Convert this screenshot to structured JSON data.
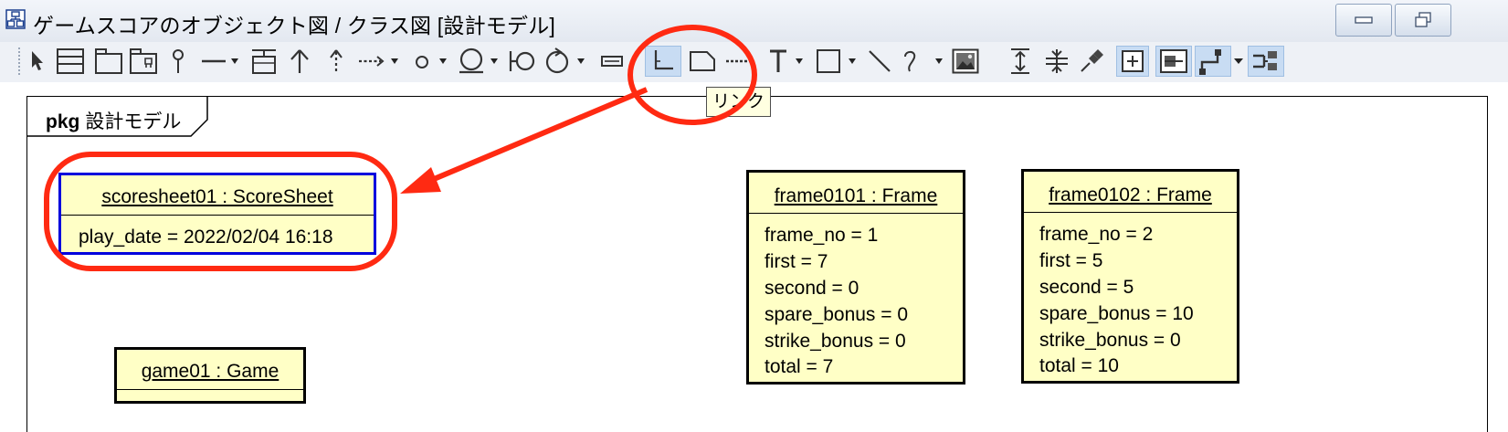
{
  "window": {
    "title": "ゲームスコアのオブジェクト図 / クラス図 [設計モデル]",
    "title_icon": "diagram-icon",
    "buttons": [
      "minimize",
      "restore"
    ]
  },
  "toolbar": {
    "tools": [
      {
        "name": "select-tool",
        "icon": "cursor-arrow"
      },
      {
        "name": "class-tool",
        "icon": "class-box"
      },
      {
        "name": "package-tool",
        "icon": "package"
      },
      {
        "name": "subsystem-tool",
        "icon": "subsystem"
      },
      {
        "name": "interface-lollipop-tool",
        "icon": "lollipop"
      },
      {
        "name": "association-tool",
        "icon": "line",
        "dropdown": true
      },
      {
        "name": "association-class-tool",
        "icon": "association-class"
      },
      {
        "name": "generalization-tool",
        "icon": "generalization-arrow"
      },
      {
        "name": "realization-tool",
        "icon": "realization-arrow"
      },
      {
        "name": "dependency-tool",
        "icon": "dependency-arrow",
        "dropdown": true
      },
      {
        "name": "instance-tool",
        "icon": "small-circle",
        "dropdown": true
      },
      {
        "name": "entity-tool",
        "icon": "entity-circle",
        "dropdown": true
      },
      {
        "name": "boundary-tool",
        "icon": "boundary"
      },
      {
        "name": "control-tool",
        "icon": "control",
        "dropdown": true
      },
      {
        "name": "object-tool",
        "icon": "object-rect"
      },
      {
        "name": "link-tool",
        "icon": "link",
        "selected": true
      },
      {
        "name": "note-tool",
        "icon": "note"
      },
      {
        "name": "note-anchor-tool",
        "icon": "dotted-line"
      },
      {
        "name": "text-tool",
        "icon": "text-T",
        "dropdown": true
      },
      {
        "name": "rectangle-tool",
        "icon": "rectangle",
        "dropdown": true
      },
      {
        "name": "line-tool",
        "icon": "diagonal-line"
      },
      {
        "name": "freehand-tool",
        "icon": "freehand",
        "dropdown": true
      },
      {
        "name": "image-tool",
        "icon": "image"
      },
      {
        "name": "expand-vertical-tool",
        "icon": "expand-vertical"
      },
      {
        "name": "shrink-vertical-tool",
        "icon": "shrink-vertical"
      },
      {
        "name": "pin-tool",
        "icon": "pin"
      },
      {
        "name": "fit-tool",
        "icon": "plus-box"
      },
      {
        "name": "align-tool",
        "icon": "align"
      },
      {
        "name": "line-style-tool",
        "icon": "line-style",
        "dropdown": true
      },
      {
        "name": "auto-layout-tool",
        "icon": "auto-layout"
      }
    ],
    "tooltip": "リンク"
  },
  "diagram": {
    "package": {
      "keyword": "pkg",
      "name": "設計モデル"
    },
    "objects": [
      {
        "id": "scoresheet01",
        "title": "scoresheet01 : ScoreSheet",
        "attributes": [
          "play_date = 2022/02/04 16:18"
        ],
        "selected": true
      },
      {
        "id": "game01",
        "title": "game01 : Game",
        "attributes": []
      },
      {
        "id": "frame0101",
        "title": "frame0101 : Frame",
        "attributes": [
          "frame_no = 1",
          "first = 7",
          "second = 0",
          "spare_bonus = 0",
          "strike_bonus = 0",
          "total = 7"
        ]
      },
      {
        "id": "frame0102",
        "title": "frame0102 : Frame",
        "attributes": [
          "frame_no = 2",
          "first = 5",
          "second = 5",
          "spare_bonus = 10",
          "strike_bonus = 0",
          "total = 10"
        ]
      }
    ]
  },
  "colors": {
    "object_fill": "#ffffc6",
    "selected_border": "#0000dd",
    "annotation": "#ff2a12",
    "toolbar_selected": "#c8dcf3",
    "tooltip_fill": "#ffffe1"
  }
}
